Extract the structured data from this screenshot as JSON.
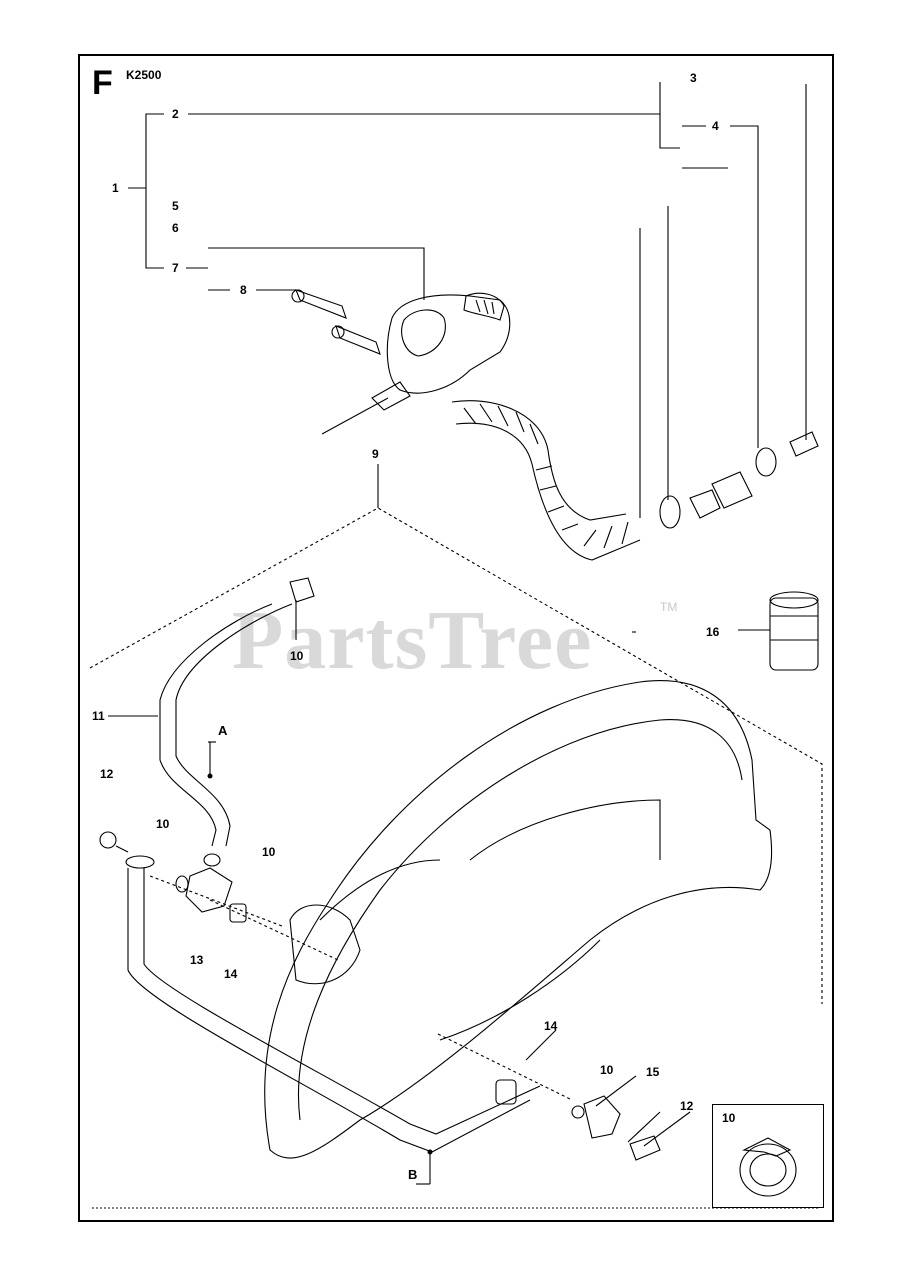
{
  "header": {
    "section": "F",
    "model": "K2500"
  },
  "watermark": {
    "text": "PartsTree",
    "tm": "TM"
  },
  "callouts": [
    "1",
    "2",
    "3",
    "4",
    "5",
    "6",
    "7",
    "8",
    "9",
    "10",
    "10",
    "10",
    "10",
    "11",
    "12",
    "12",
    "13",
    "14",
    "14",
    "10",
    "15",
    "16",
    "A",
    "B"
  ],
  "inset": {
    "label": "10"
  }
}
